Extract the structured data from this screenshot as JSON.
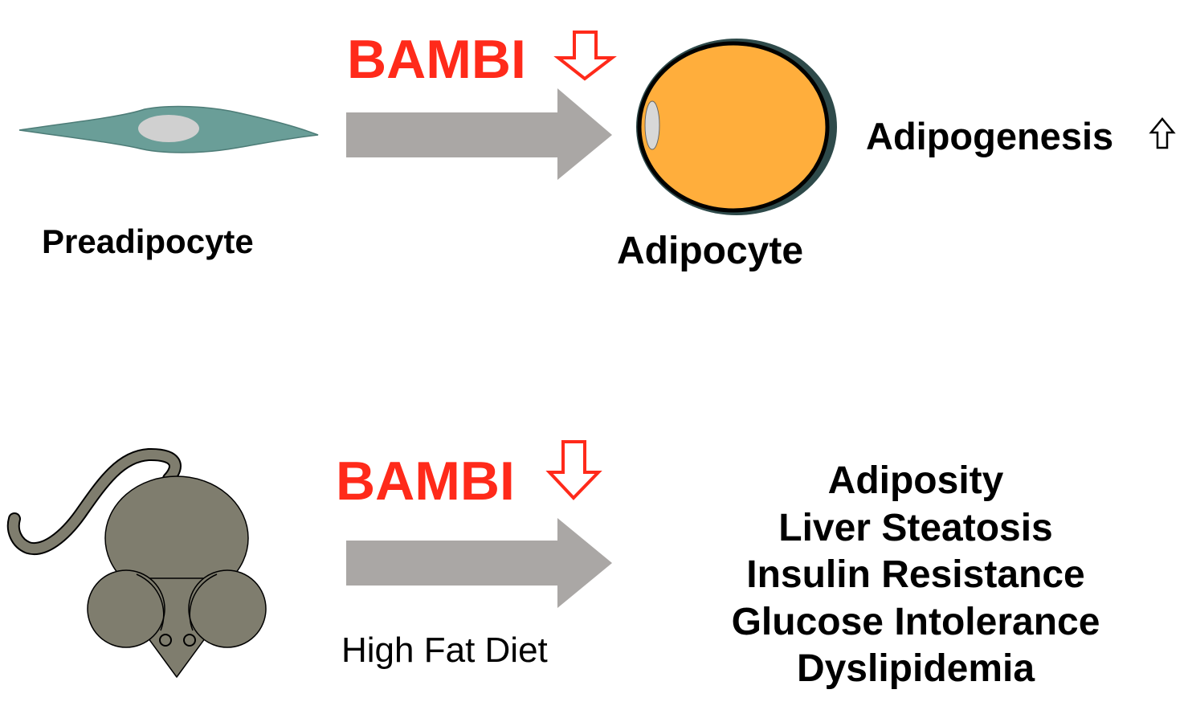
{
  "top_row": {
    "cell_left_label": "Preadipocyte",
    "modulator": "BAMBI",
    "cell_right_label": "Adipocyte",
    "effect": "Adipogenesis"
  },
  "bottom_row": {
    "modulator": "BAMBI",
    "condition": "High Fat Diet",
    "outcomes": [
      "Adiposity",
      "Liver Steatosis",
      "Insulin Resistance",
      "Glucose Intolerance",
      "Dyslipidemia"
    ]
  },
  "colors": {
    "preadipocyte": "#6a9e98",
    "nucleus": "#d0d0d0",
    "adipocyte_fill": "#ffae3c",
    "arrow": "#aaa7a5",
    "bambi_red": "#ff2a1a",
    "mouse": "#7f7d6e"
  },
  "icons": {
    "bambi_arrow": "hollow-down-arrow",
    "effect_arrow": "hollow-up-arrow"
  }
}
